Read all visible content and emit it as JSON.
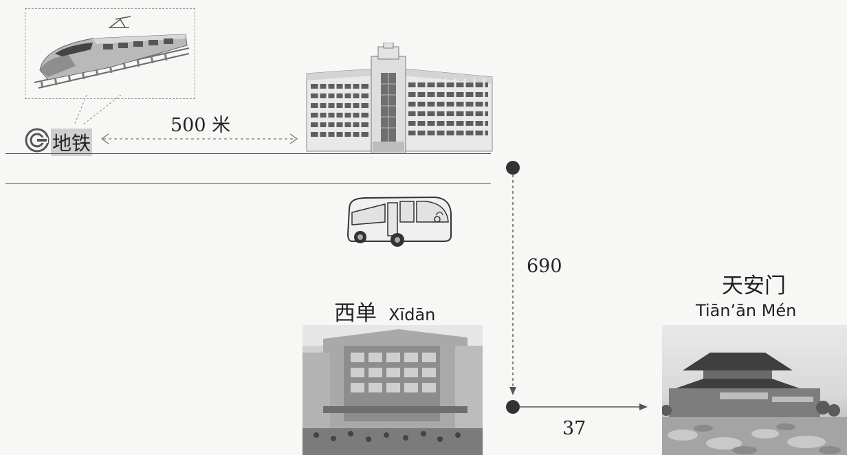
{
  "subway": {
    "label": "地铁",
    "logo_letter": "G"
  },
  "distance_subway": "500 米",
  "distance_vertical": "690",
  "distance_horizontal": "37",
  "xidan": {
    "name_cn": "西单",
    "name_pinyin": "Xīdān"
  },
  "tiananmen": {
    "name_cn": "天安门",
    "name_pinyin": "Tiān’ān Mén"
  },
  "colors": {
    "line": "#555555",
    "dot": "#333333",
    "subway_highlight": "#cfcfcf"
  }
}
